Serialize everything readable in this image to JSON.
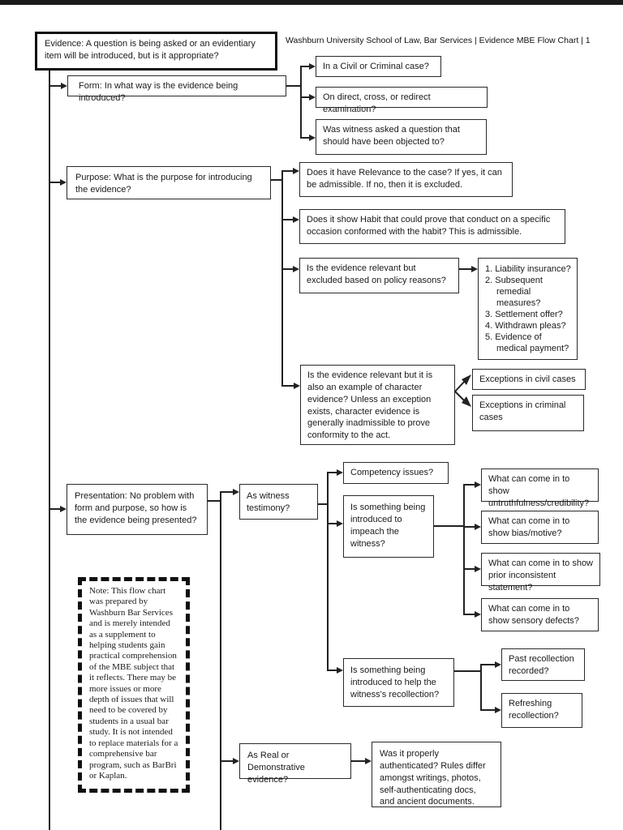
{
  "header": {
    "title": "Washburn University School of Law, Bar Services | Evidence MBE Flow Chart | 1"
  },
  "colors": {
    "top_bar": "#1b1b1b",
    "line": "#222222",
    "text": "#1a1a1a",
    "background": "#ffffff"
  },
  "nodes": {
    "evidence": "Evidence:  A question is being asked or an evidentiary item will be introduced, but is it appropriate?",
    "form": "Form:  In what way is the evidence being introduced?",
    "civil_criminal": "In a Civil or Criminal case?",
    "examination": "On direct, cross, or redirect examination?",
    "objected": "Was witness asked a question that should have been objected to?",
    "purpose": "Purpose:  What is the purpose for introducing the evidence?",
    "relevance": "Does it have Relevance to the case? If yes, it can be admissible.  If no, then it is excluded.",
    "habit": "Does it show Habit that could prove that conduct on a specific occasion conformed with the habit?  This is admissible.",
    "policy": "Is the evidence relevant but excluded based on policy reasons?",
    "policy_list": [
      "1. Liability insurance?",
      "2. Subsequent remedial measures?",
      "3. Settlement offer?",
      "4. Withdrawn pleas?",
      "5. Evidence of medical payment?"
    ],
    "character": "Is the evidence relevant but it is also an example of character evidence? Unless an exception exists, character evidence is generally inadmissible to prove conformity to the act.",
    "exceptions_civil": "Exceptions in civil cases",
    "exceptions_criminal": "Exceptions in criminal cases",
    "presentation": "Presentation:  No problem with form and purpose, so how is the evidence being presented?",
    "witness_testimony": "As witness testimony?",
    "competency": "Competency issues?",
    "impeach": "Is something being introduced to impeach the witness?",
    "show_untruthfulness": "What can come in to show untruthfulness/credibility?",
    "show_bias": "What can come in to show bias/motive?",
    "show_prior_inconsistent": "What can come in to show prior inconsistent statement?",
    "show_sensory": "What can come in to show sensory defects?",
    "recollection": "Is something being introduced to help the witness's recollection?",
    "past_recollection": "Past recollection recorded?",
    "refreshing_recollection": "Refreshing recollection?",
    "real_demonstrative": "As Real or Demonstrative evidence?",
    "authenticated": "Was it properly authenticated? Rules differ amongst writings, photos, self-authenticating docs, and ancient documents.",
    "note": "Note:  This flow chart was prepared by Washburn Bar Services and is merely intended as a supplement to helping students  gain practical comprehension of the MBE subject that it reflects.  There may be more issues or more depth of issues that will need to be covered by students in a usual bar study.  It is not intended to replace materials for a comprehensive bar program, such as BarBri or Kaplan."
  }
}
